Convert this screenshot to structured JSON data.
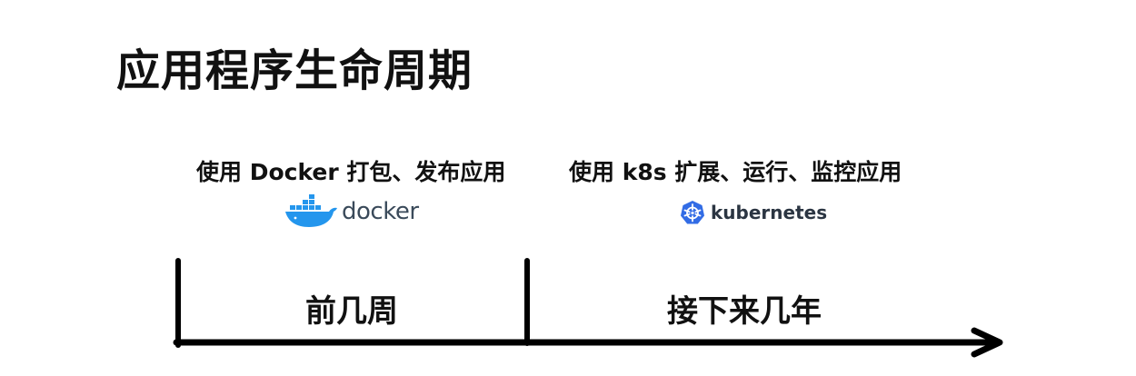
{
  "title": "应用程序生命周期",
  "phases": [
    {
      "caption": "使用 Docker 打包、发布应用",
      "logo_text": "docker",
      "logo_icon": "docker-whale-icon",
      "period": "前几周"
    },
    {
      "caption": "使用 k8s 扩展、运行、监控应用",
      "logo_text": "kubernetes",
      "logo_icon": "kubernetes-helm-icon",
      "period": "接下来几年"
    }
  ],
  "colors": {
    "docker_blue": "#2496ed",
    "k8s_blue": "#326ce5",
    "line": "#000000"
  }
}
